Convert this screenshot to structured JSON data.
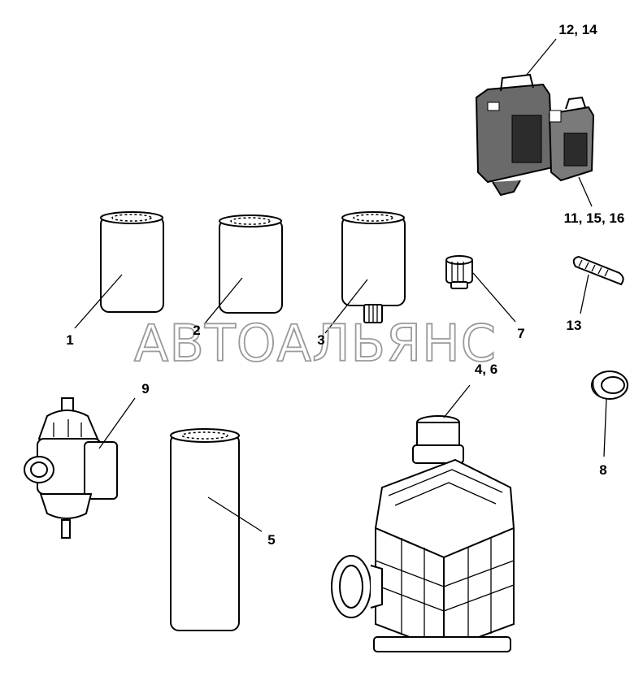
{
  "watermark": "АВТОАЛЬЯНС",
  "callouts": {
    "c1": "1",
    "c2": "2",
    "c3": "3",
    "c4_6": "4, 6",
    "c5": "5",
    "c7": "7",
    "c8": "8",
    "c9": "9",
    "c11_15_16": "11, 15, 16",
    "c12_14": "12, 14",
    "c13": "13"
  }
}
